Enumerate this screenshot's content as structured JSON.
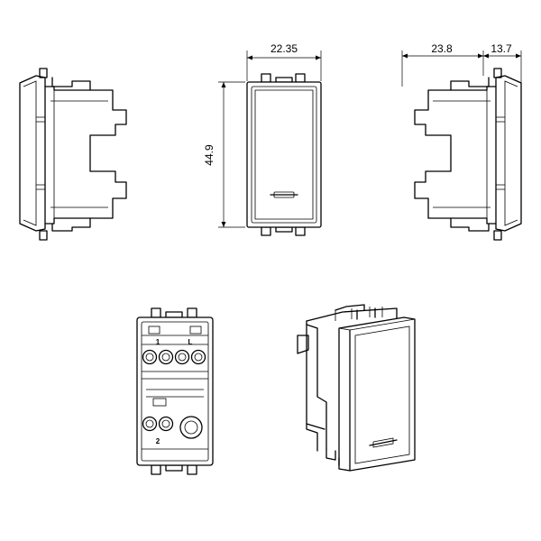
{
  "dimensions": {
    "front_width": "22.35",
    "front_height": "44.9",
    "side_depth": "23.8",
    "side_front": "13.7"
  },
  "terminal_labels": {
    "top_left": "1",
    "top_right": "L",
    "bottom": "2"
  }
}
